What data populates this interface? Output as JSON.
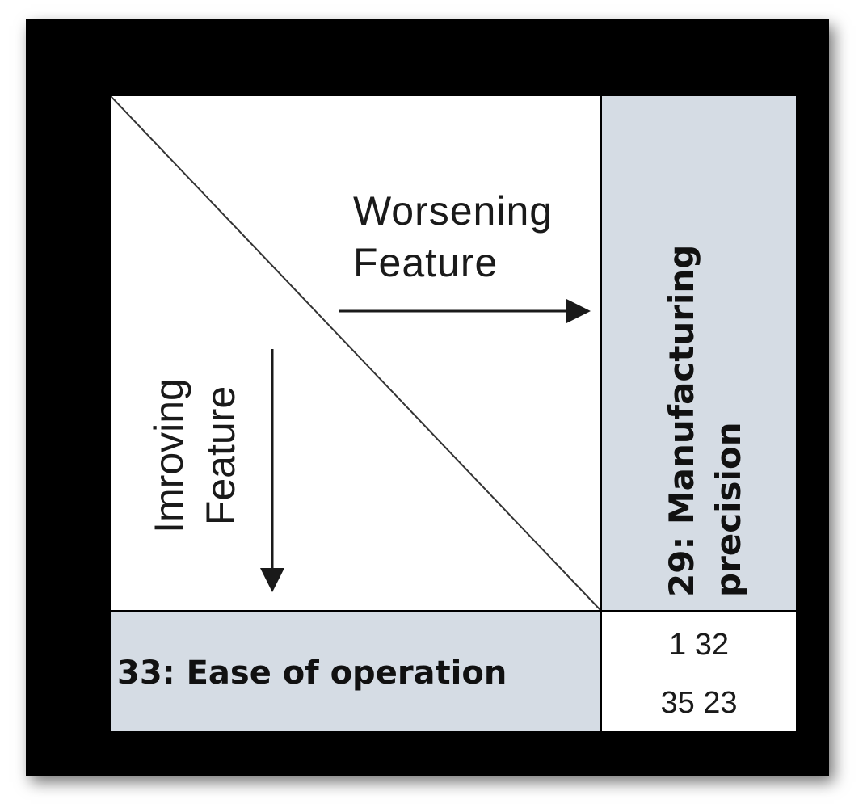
{
  "worsening_feature_label": "Worsening\nFeature",
  "improving_feature_label": "Imroving\nFeature",
  "column_parameter": "29: Manufacturing\nprecision",
  "row_parameter": "33: Ease of operation",
  "principles": [
    "1 32",
    "35 23"
  ],
  "colors": {
    "frame": "#000000",
    "header_fill": "#d5dce4",
    "cell_fill": "#ffffff"
  }
}
